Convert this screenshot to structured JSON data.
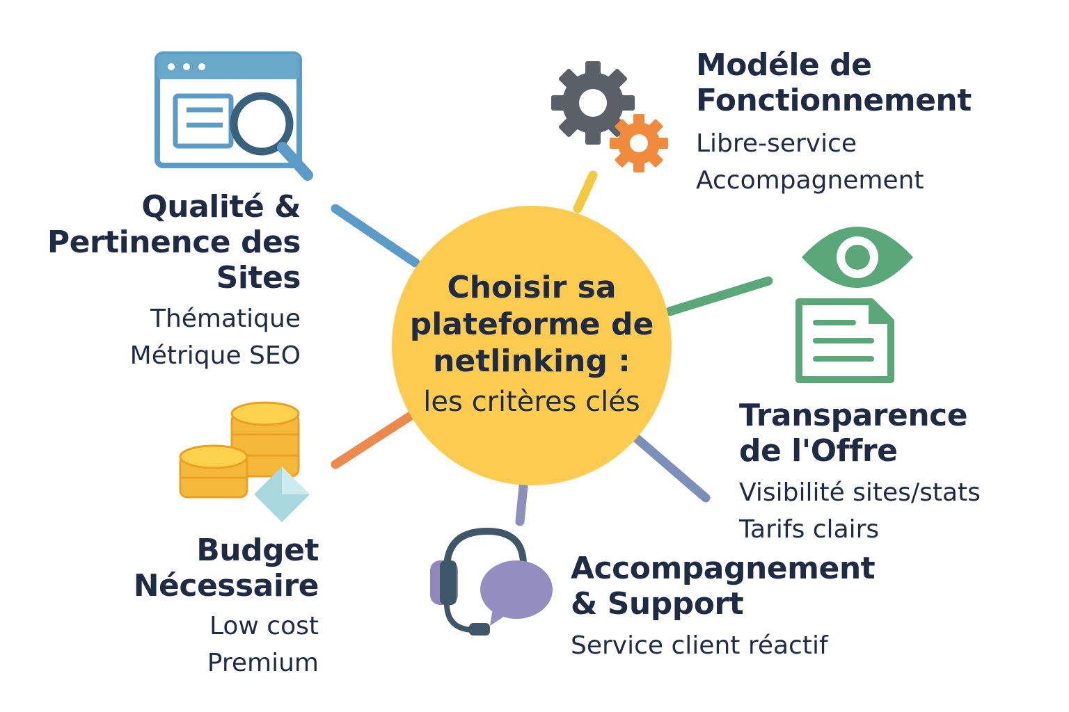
{
  "center": {
    "title_lines": [
      "Choisir sa",
      "plateforme de",
      "netlinking :"
    ],
    "subtitle": "les critères clés"
  },
  "branches": [
    {
      "id": "quality",
      "title_lines": [
        "Qualité &",
        "Pertinence des",
        "Sites"
      ],
      "items": [
        "Thématique",
        "Métrique SEO"
      ],
      "color": "#5b9bc7",
      "icon": "browser-search-icon"
    },
    {
      "id": "model",
      "title_lines": [
        "Modéle de",
        "Fonctionnement"
      ],
      "items": [
        "Libre-service",
        "Accompagnement"
      ],
      "color": "#f5c842",
      "icon": "gears-icon"
    },
    {
      "id": "transparency",
      "title_lines": [
        "Transparence",
        "de l'Offre"
      ],
      "items": [
        "Visibilité sites/stats",
        "Tarifs clairs"
      ],
      "color": "#5aa77a",
      "icon": "eye-document-icon"
    },
    {
      "id": "support",
      "title_lines": [
        "Accompagnement",
        "& Support"
      ],
      "items": [
        "Service client réactif"
      ],
      "color": "#8a90b8",
      "icon": "headset-chat-icon"
    },
    {
      "id": "budget",
      "title_lines": [
        "Budget",
        "Nécessaire"
      ],
      "items": [
        "Low cost",
        "Premium"
      ],
      "color": "#ec8a4e",
      "icon": "coins-icon"
    }
  ],
  "colors": {
    "center": "#fccb4f",
    "text": "#1f2b45",
    "slate": "#7c8fb8"
  }
}
